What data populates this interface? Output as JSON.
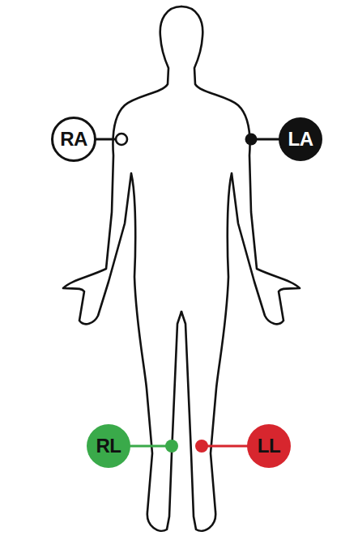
{
  "diagram": {
    "nodes": [
      {
        "text": [
          "RA"
        ]
      },
      {
        "text": [
          "LA"
        ]
      },
      {
        "text": [
          "RL"
        ]
      },
      {
        "text": [
          "LL"
        ]
      }
    ]
  }
}
